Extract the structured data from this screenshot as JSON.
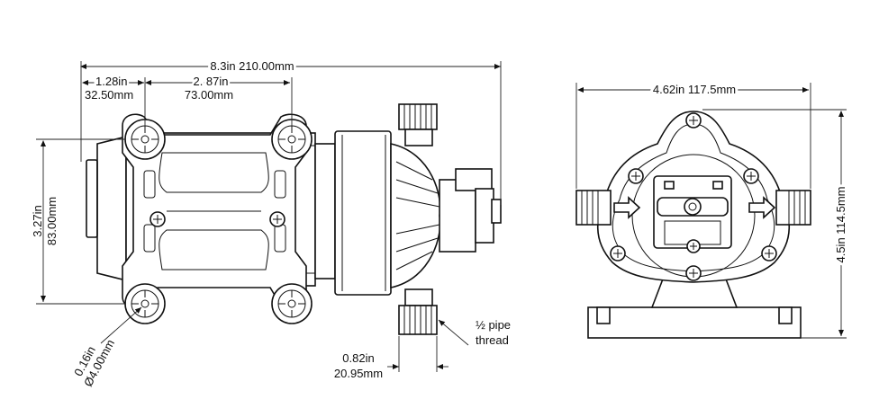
{
  "side_view": {
    "overall_length": "8.3in  210.00mm",
    "hole_offset_in": "1.28in",
    "hole_offset_mm": "32.50mm",
    "hole_spacing_in": "2. 87in",
    "hole_spacing_mm": "73.00mm",
    "height_in": "3.27in",
    "height_mm": "83.00mm",
    "hole_dia_in": "0.16in",
    "hole_dia_mm": "Ø4.00mm",
    "port_width_in": "0.82in",
    "port_width_mm": "20.95mm",
    "thread_line1": "½ pipe",
    "thread_line2": "thread"
  },
  "front_view": {
    "width": "4.62in  117.5mm",
    "height": "4.5in  114.5mm"
  }
}
